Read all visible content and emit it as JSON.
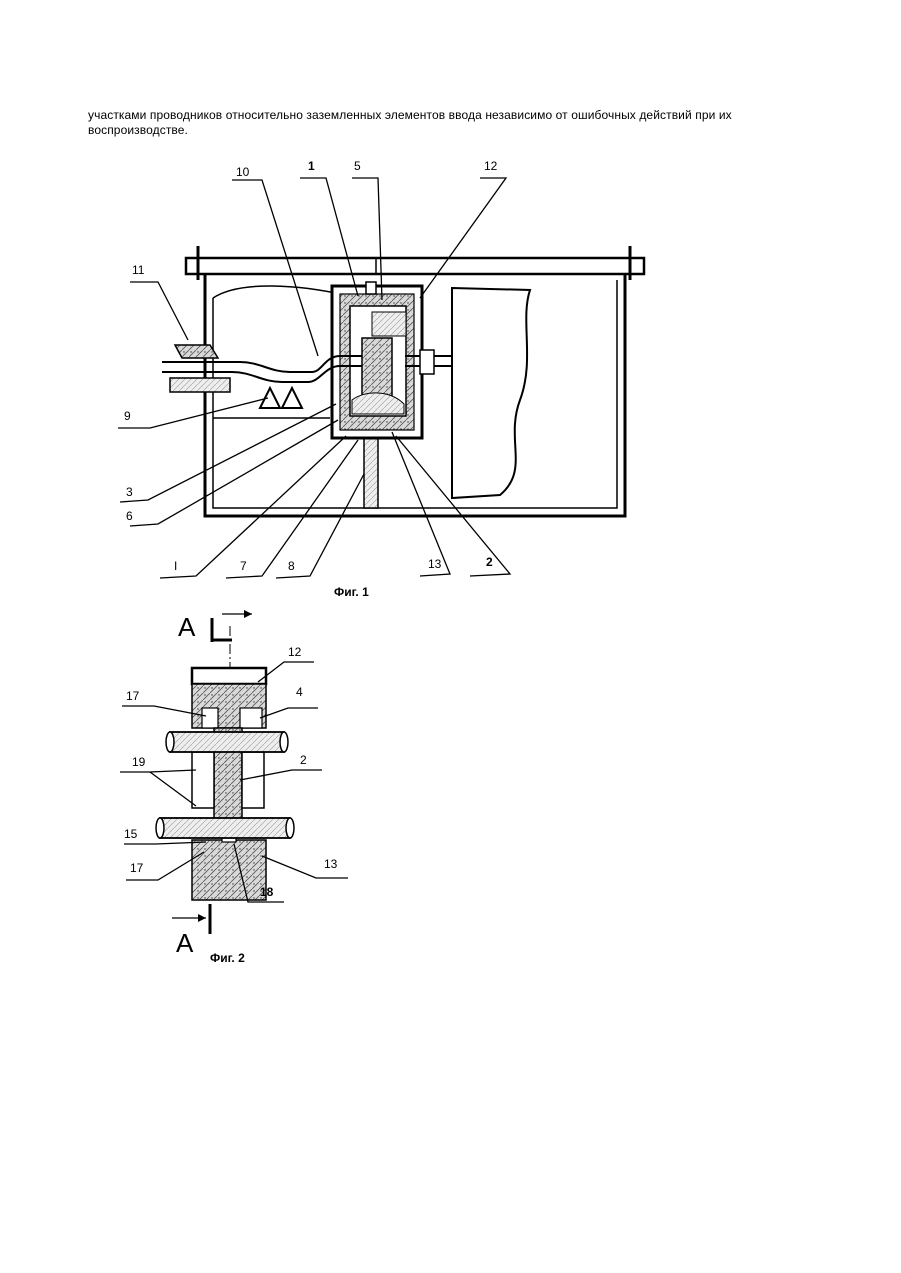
{
  "text": {
    "paragraph_tail": "участками проводников относительно заземленных элементов ввода независимо от ошибочных действий при их воспроизводстве."
  },
  "fig1": {
    "caption": "Фиг. 1",
    "labels": {
      "l1_top": "1",
      "l5": "5",
      "l12": "12",
      "l10": "10",
      "l11": "11",
      "l9": "9",
      "l3": "3",
      "l6": "6",
      "l1_bottom": "I",
      "l7": "7",
      "l8": "8",
      "l13": "13",
      "l2": "2"
    }
  },
  "fig2": {
    "caption": "Фиг. 2",
    "section_top": "А",
    "section_bottom": "А",
    "labels": {
      "l12": "12",
      "l4": "4",
      "l17_top": "17",
      "l19": "19",
      "l2": "2",
      "l15": "15",
      "l17_bottom": "17",
      "l18": "18",
      "l13": "13"
    }
  }
}
